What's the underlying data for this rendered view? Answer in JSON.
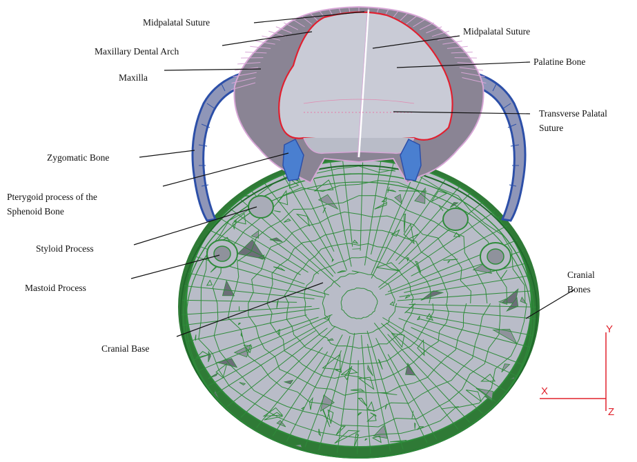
{
  "labels": {
    "midpalatal_suture_top": "Midpalatal Suture",
    "maxillary_dental_arch": "Maxillary Dental Arch",
    "maxilla": "Maxilla",
    "midpalatal_suture_right": "Midpalatal Suture",
    "palatine_bone": "Palatine Bone",
    "transverse_palatal_suture_line1": "Transverse Palatal",
    "transverse_palatal_suture_line2": "Suture",
    "zygomatic_bone": "Zygomatic Bone",
    "pterygoid_line1": "Pterygoid process of the",
    "pterygoid_line2": "Sphenoid Bone",
    "styloid_process": "Styloid Process",
    "mastoid_process": "Mastoid Process",
    "cranial_bones_line1": "Cranial",
    "cranial_bones_line2": "Bones",
    "cranial_base": "Cranial Base"
  },
  "axes": {
    "x": "X",
    "y": "Y",
    "z": "Z",
    "color": "#e0202a"
  },
  "colors": {
    "cranial_mesh": "#2e8b3a",
    "zygomatic_mesh": "#2c4fa8",
    "maxilla_mesh": "#d7a6d6",
    "dental_arch_edge": "#e02030",
    "surface_fill": "#b9bcc8",
    "surface_dark": "#6c6e78"
  }
}
